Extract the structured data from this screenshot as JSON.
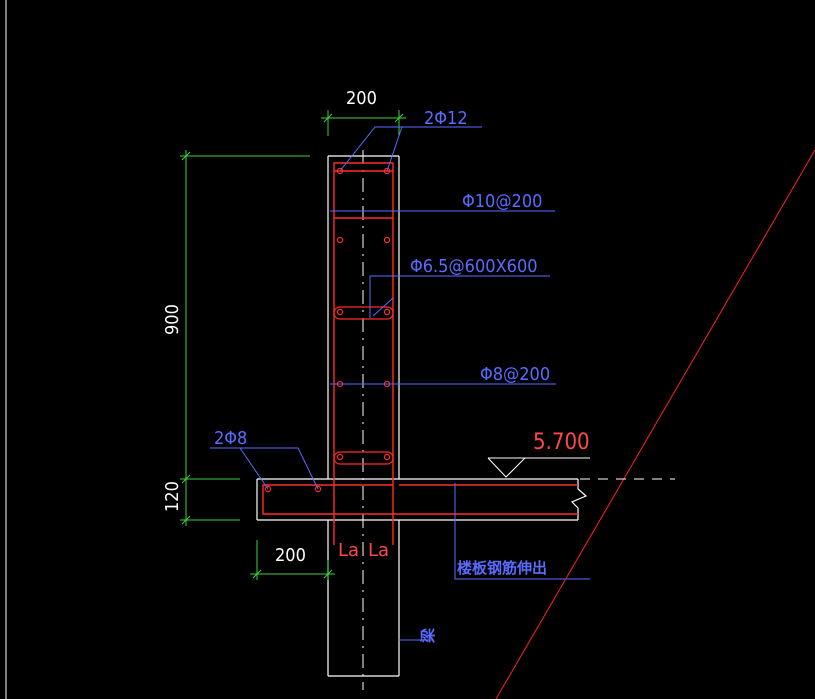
{
  "drawing": {
    "dims": {
      "top_width": "200",
      "height": "900",
      "slab": "120",
      "bottom_width": "200"
    },
    "labels": {
      "bar_top": "2Φ12",
      "bar_horizontal": "Φ10@200",
      "bar_tie": "Φ6.5@600X600",
      "bar_vertical": "Φ8@200",
      "bar_slab": "2Φ8",
      "elevation": "5.700",
      "la_left": "La",
      "la_right": "La",
      "slab_note": "楼板钢筋伸出",
      "beam_note": "梁"
    },
    "colors": {
      "background": "#000000",
      "outline": "#ffffff",
      "rebar": "#ff2a2a",
      "dimension": "#3fd13f",
      "leader": "#5a6bff",
      "diagonal": "#ff2020"
    }
  }
}
